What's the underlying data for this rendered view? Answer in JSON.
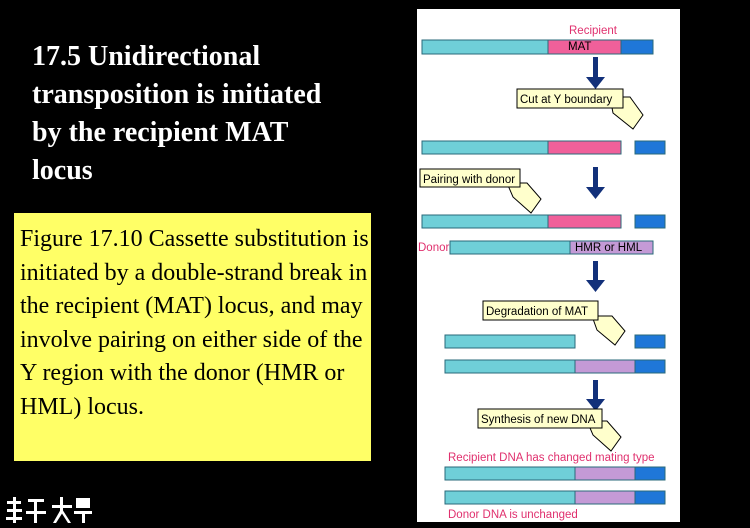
{
  "slide": {
    "title": "17.5 Unidirectional\ntransposition is initiated\nby the recipient MAT\nlocus",
    "caption": "Figure 17.10 Cassette substitution is initiated by a double-strand break in the recipient (MAT) locus, and may involve pairing on either side of the Y region with the donor (HMR or HML) locus."
  },
  "diagram": {
    "colors": {
      "teal": "#6fcfd8",
      "pink": "#f0609a",
      "blue": "#1f77d8",
      "lilac": "#c49ad6",
      "arrow": "#12307a",
      "callout": "#ffffcc"
    },
    "labels": {
      "recipient": "Recipient",
      "mat": "MAT",
      "cut": "Cut at Y boundary",
      "pairing": "Pairing with donor",
      "donor": "Donor",
      "hmr_hml": "HMR or HML",
      "degradation": "Degradation of MAT",
      "synthesis": "Synthesis of new DNA",
      "recipient_changed": "Recipient DNA has changed mating type",
      "donor_unchanged": "Donor DNA is unchanged"
    }
  }
}
